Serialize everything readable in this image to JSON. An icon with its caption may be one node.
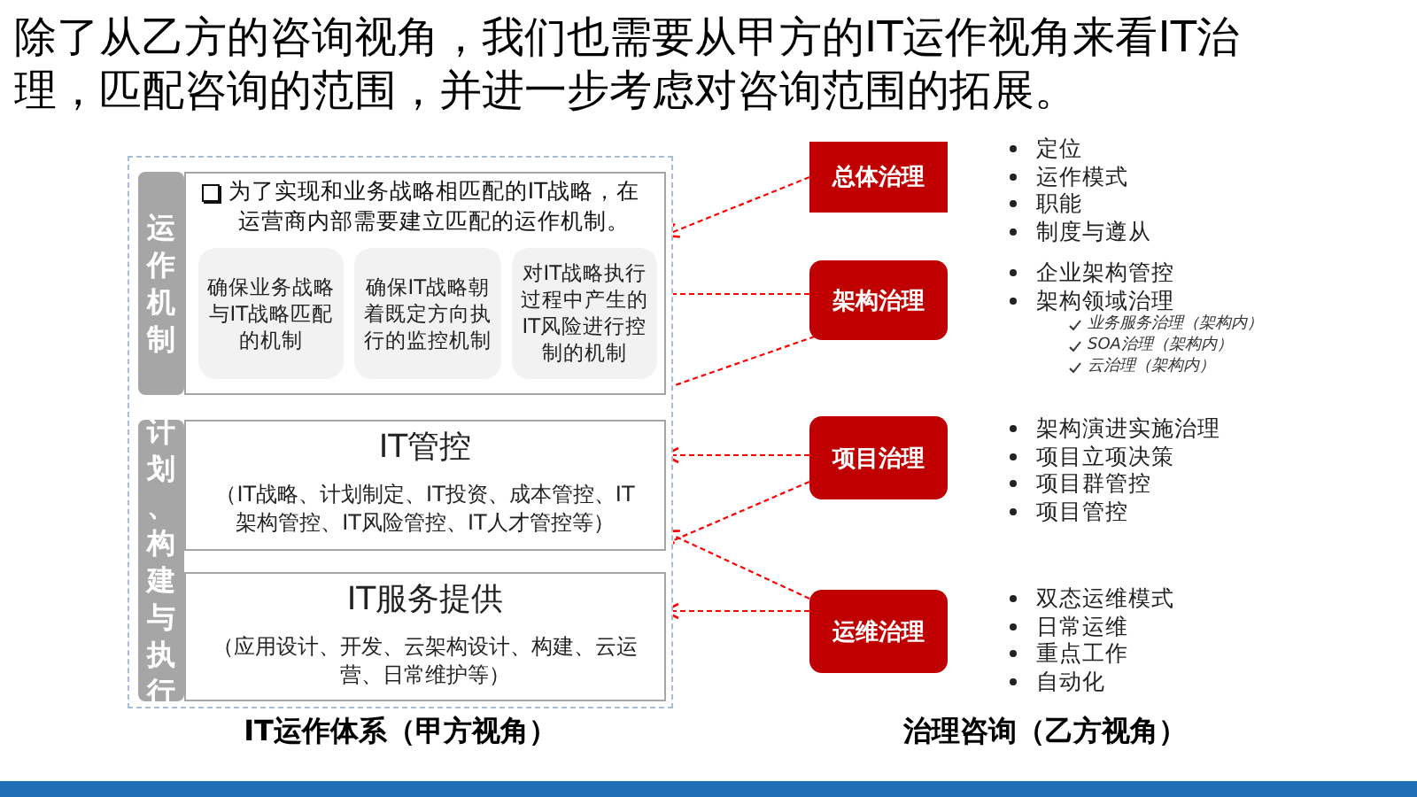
{
  "diagram": {
    "title": "除了从乙方的咨询视角，我们也需要从甲方的IT运作视角来看IT治理，匹配咨询的范围，并进一步考虑对咨询范围的拓展。",
    "nodes": [
      {
        "text": [],
        "shape": "box"
      },
      {
        "text": [
          "运作机制"
        ],
        "in": 0
      },
      {
        "text": [
          "为了实现和业务战略相匹配的IT战略，在运营商内部需要建立匹配的运作机制。"
        ],
        "in": 0
      },
      {
        "text": [
          "确保业务战略与IT战略匹配的机制"
        ],
        "in": 2
      },
      {
        "text": [
          "确保IT战略朝着既定方向执行的监控机制"
        ],
        "in": 2
      },
      {
        "text": [
          "对IT战略执行过程中产生的IT风险进行控制的机制"
        ],
        "in": 2
      },
      {
        "text": [
          "计划、构建与执行"
        ],
        "in": 0
      },
      {
        "text": [
          "IT管控",
          "（IT战略、计划制定、IT投资、成本管控、IT架构管控、IT风险管控、IT人才管控等）"
        ],
        "in": 0
      },
      {
        "text": [
          "IT服务提供",
          "（应用设计、开发、云架构设计、构建、云运营、日常维护等）"
        ],
        "in": 0
      },
      {
        "text": [
          "总体治理"
        ],
        "beside": [
          "定位",
          "运作模式",
          "职能",
          "制度与遵从"
        ]
      },
      {
        "text": [
          "架构治理"
        ],
        "beside": [
          "企业架构管控",
          "架构领域治理",
          "业务服务治理（架构内）",
          "SOA治理（架构内）",
          "云治理（架构内）"
        ]
      },
      {
        "text": [
          "项目治理"
        ],
        "beside": [
          "架构演进实施治理",
          "项目立项决策",
          "项目群管控",
          "项目管控"
        ]
      },
      {
        "text": [
          "运维治理"
        ],
        "beside": [
          "双态运维模式",
          "日常运维",
          "重点工作",
          "自动化"
        ]
      }
    ],
    "edges": [
      {
        "from": 9,
        "to": 2,
        "arrow": "to",
        "style": "dashed",
        "color": "#ff0000"
      },
      {
        "from": 10,
        "to": 5,
        "arrow": "to",
        "style": "dashed",
        "color": "#ff0000"
      },
      {
        "from": 10,
        "to": 7,
        "arrow": "to",
        "style": "dashed",
        "color": "#ff0000"
      },
      {
        "from": 11,
        "to": 7,
        "arrow": "to",
        "style": "dashed",
        "color": "#ff0000"
      },
      {
        "from": 11,
        "to": 8,
        "arrow": "to",
        "style": "dashed",
        "color": "#ff0000"
      },
      {
        "from": 12,
        "to": 8,
        "arrow": "to",
        "style": "dashed",
        "color": "#ff0000"
      },
      {
        "from": 12,
        "to": 7,
        "arrow": "to",
        "style": "dashed",
        "color": "#ff0000"
      }
    ],
    "labels": [
      "IT运作体系（甲方视角）",
      "治理咨询（乙方视角）"
    ]
  }
}
